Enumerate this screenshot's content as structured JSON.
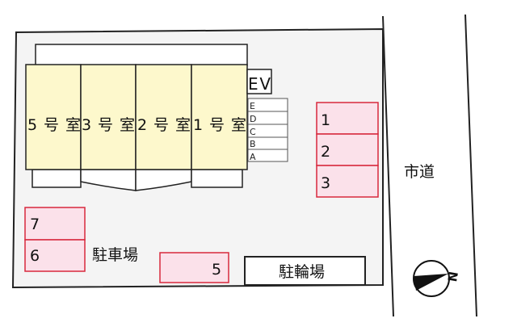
{
  "colors": {
    "lot": "#f4f4f4",
    "unit_fill": "#fdf8cc",
    "parking_fill": "#fbe1ea",
    "parking_stroke": "#d8283c",
    "line": "#222222"
  },
  "building": {
    "units": [
      {
        "label": "5号室"
      },
      {
        "label": "3号室"
      },
      {
        "label": "2号室"
      },
      {
        "label": "1号室"
      }
    ],
    "elevator_label": "EV",
    "mailboxes": [
      "E",
      "D",
      "C",
      "B",
      "A"
    ]
  },
  "parking": {
    "label": "駐車場",
    "slots": [
      "1",
      "2",
      "3",
      "7",
      "6",
      "5"
    ]
  },
  "bicycle_parking": {
    "label": "駐輪場"
  },
  "road": {
    "label": "市道"
  },
  "compass": {
    "label": "N",
    "icon": "north-arrow-icon"
  }
}
